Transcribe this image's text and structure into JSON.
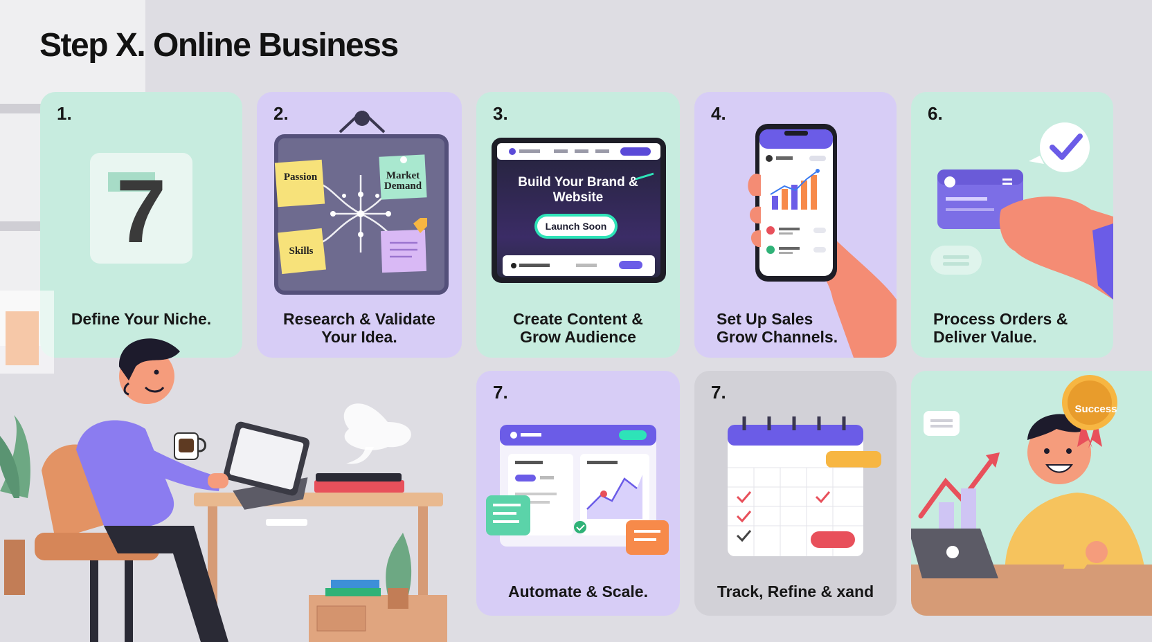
{
  "page": {
    "title": "Step X. Online Business"
  },
  "steps": [
    {
      "number": "1.",
      "label_lines": [
        "Define Your Niche."
      ]
    },
    {
      "number": "2.",
      "label_lines": [
        "Research & Validate",
        "Your Idea."
      ]
    },
    {
      "number": "3.",
      "label_lines": [
        "Create Content &",
        "Grow Audience"
      ]
    },
    {
      "number": "4.",
      "label_lines": [
        "Set Up Sales",
        "Grow Channels."
      ]
    },
    {
      "number": "6.",
      "label_lines": [
        "Process Orders &",
        "Deliver Value."
      ]
    },
    {
      "number": "7.",
      "label_lines": [
        "Automate & Scale."
      ]
    },
    {
      "number": "7.",
      "label_lines": [
        "Track, Refine & xand"
      ]
    }
  ],
  "step1_art": {
    "digit": "7"
  },
  "step2_art": {
    "notes": [
      "Passion",
      "Market Demand",
      "Skills"
    ]
  },
  "step3_art": {
    "headline": "Build Your Brand & Website",
    "button": "Launch Soon"
  },
  "success_badge": {
    "text": "Success"
  },
  "colors": {
    "mint": "#c7ecdf",
    "lavender": "#d7cdf6",
    "grey": "#d2d1d7",
    "accent_purple": "#6b5ce7",
    "accent_green": "#2ee3b8",
    "accent_red": "#e8505b",
    "accent_orange": "#f78a4a",
    "sticky_yellow": "#f7e27a"
  },
  "icons": [
    "checkmark-icon",
    "chat-bubble-icon",
    "calendar-icon",
    "phone-icon",
    "credit-card-icon",
    "laptop-icon",
    "coffee-icon",
    "plant-icon",
    "trend-arrow-icon",
    "ribbon-icon"
  ]
}
